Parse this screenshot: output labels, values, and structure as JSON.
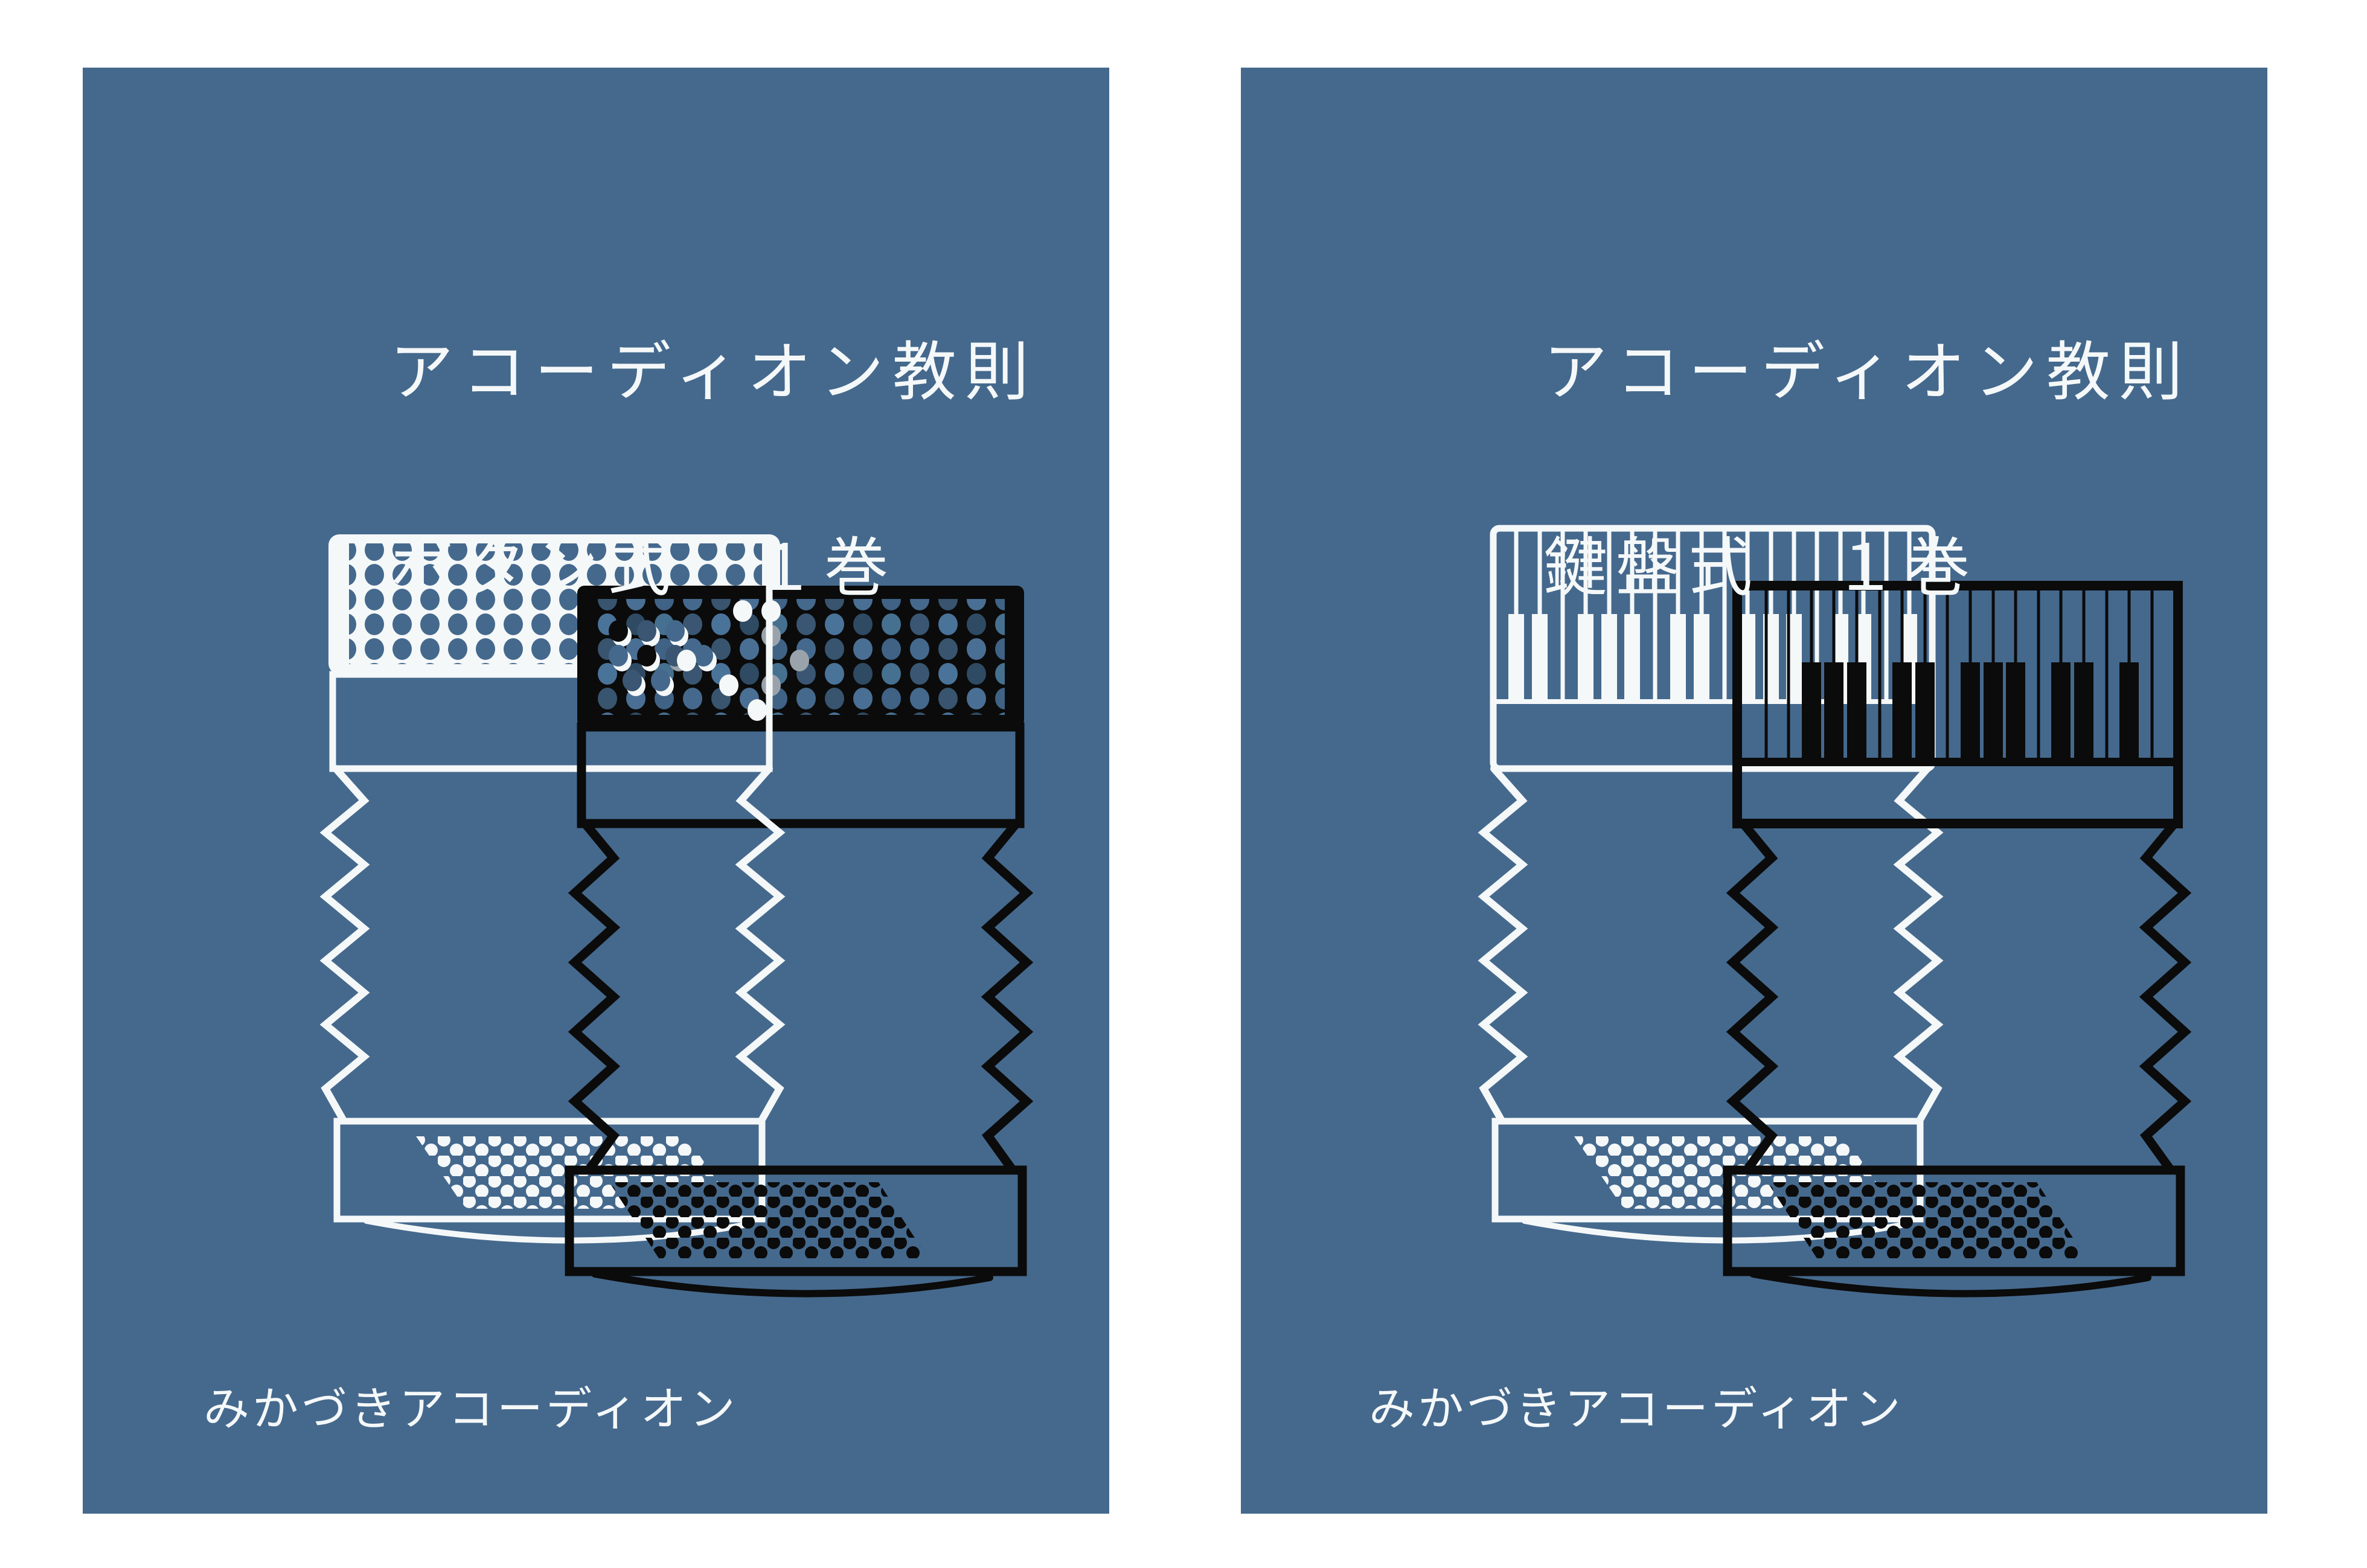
{
  "page": {
    "background": "#ffffff"
  },
  "colors": {
    "cover_blue": "#45698d",
    "ink_white": "#f5f8f9",
    "ink_black": "#0b0b0b",
    "dot_gray": "#9aa3ab",
    "dot_blue_dark": "#3a5672",
    "dot_blue_deep": "#2f4a63"
  },
  "covers": {
    "left": {
      "title_line1": "アコーディオン教則",
      "title_line2": "ボタン式　１巻",
      "publisher": "みかづきアコーディオン"
    },
    "right": {
      "title_line1": "アコーディオン教則",
      "title_line2": "鍵盤式　１巻",
      "publisher": "みかづきアコーディオン"
    }
  }
}
